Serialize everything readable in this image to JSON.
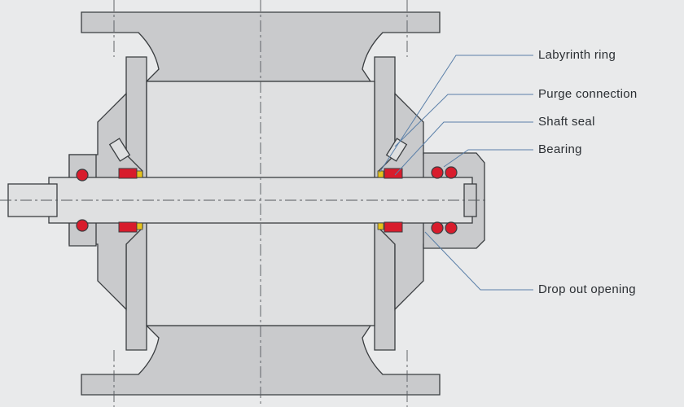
{
  "colors": {
    "background": "#e9eaeb",
    "casing": "#c9cacc",
    "rotor": "#dfe0e1",
    "outline": "#3a3d40",
    "centerline": "#55595d",
    "bearing_ball": "#d81c2c",
    "seal_highlight": "#e6c21b",
    "leader_line": "#5a7fa8",
    "label_text": "#2b2f33"
  },
  "callouts": [
    {
      "id": "labyrinth-ring",
      "label": "Labyrinth ring"
    },
    {
      "id": "purge-connection",
      "label": "Purge connection"
    },
    {
      "id": "shaft-seal",
      "label": "Shaft seal"
    },
    {
      "id": "bearing",
      "label": "Bearing"
    },
    {
      "id": "drop-out-opening",
      "label": "Drop out opening"
    }
  ]
}
